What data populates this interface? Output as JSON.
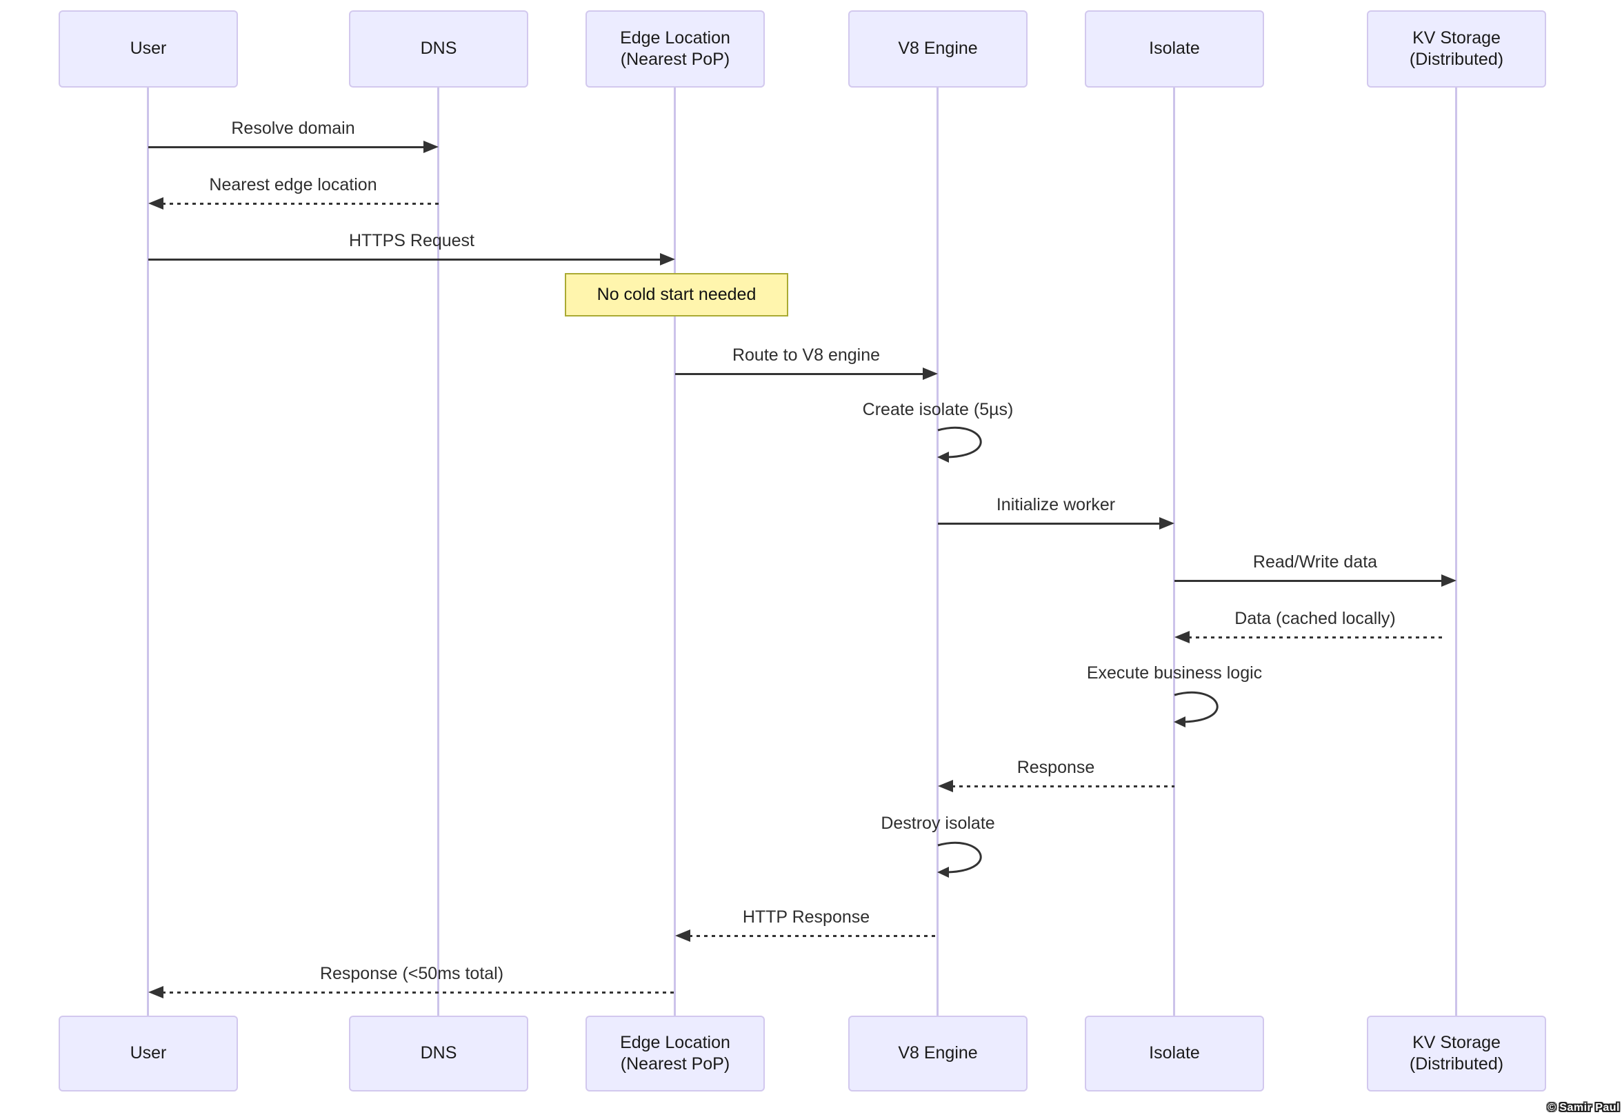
{
  "diagram": {
    "participants": [
      {
        "label": "User"
      },
      {
        "label": "DNS"
      },
      {
        "label": "Edge Location\n(Nearest PoP)"
      },
      {
        "label": "V8 Engine"
      },
      {
        "label": "Isolate"
      },
      {
        "label": "KV Storage\n(Distributed)"
      }
    ],
    "messages": [
      {
        "label": "Resolve domain",
        "from": "User",
        "to": "DNS",
        "style": "solid"
      },
      {
        "label": "Nearest edge location",
        "from": "DNS",
        "to": "User",
        "style": "dashed"
      },
      {
        "label": "HTTPS Request",
        "from": "User",
        "to": "Edge Location",
        "style": "solid"
      },
      {
        "label": "Route to V8 engine",
        "from": "Edge Location",
        "to": "V8 Engine",
        "style": "solid"
      },
      {
        "label": "Create isolate (5µs)",
        "from": "V8 Engine",
        "to": "V8 Engine",
        "style": "self"
      },
      {
        "label": "Initialize worker",
        "from": "V8 Engine",
        "to": "Isolate",
        "style": "solid"
      },
      {
        "label": "Read/Write data",
        "from": "Isolate",
        "to": "KV Storage",
        "style": "solid"
      },
      {
        "label": "Data (cached locally)",
        "from": "KV Storage",
        "to": "Isolate",
        "style": "dashed"
      },
      {
        "label": "Execute business logic",
        "from": "Isolate",
        "to": "Isolate",
        "style": "self"
      },
      {
        "label": "Response",
        "from": "Isolate",
        "to": "V8 Engine",
        "style": "dashed"
      },
      {
        "label": "Destroy isolate",
        "from": "V8 Engine",
        "to": "V8 Engine",
        "style": "self"
      },
      {
        "label": "HTTP Response",
        "from": "V8 Engine",
        "to": "Edge Location",
        "style": "dashed"
      },
      {
        "label": "Response (<50ms total)",
        "from": "Edge Location",
        "to": "User",
        "style": "dashed"
      }
    ],
    "note": {
      "text": "No cold start needed",
      "over": "Edge Location"
    },
    "watermark": "© Samir Paul",
    "colors": {
      "actor_fill": "#ECECFF",
      "actor_border": "#d2c8ee",
      "lifeline": "#ccc3ea",
      "note_fill": "#fff5ad",
      "note_border": "#aaaa33",
      "arrow": "#333333",
      "text": "#2e2e2e"
    }
  }
}
